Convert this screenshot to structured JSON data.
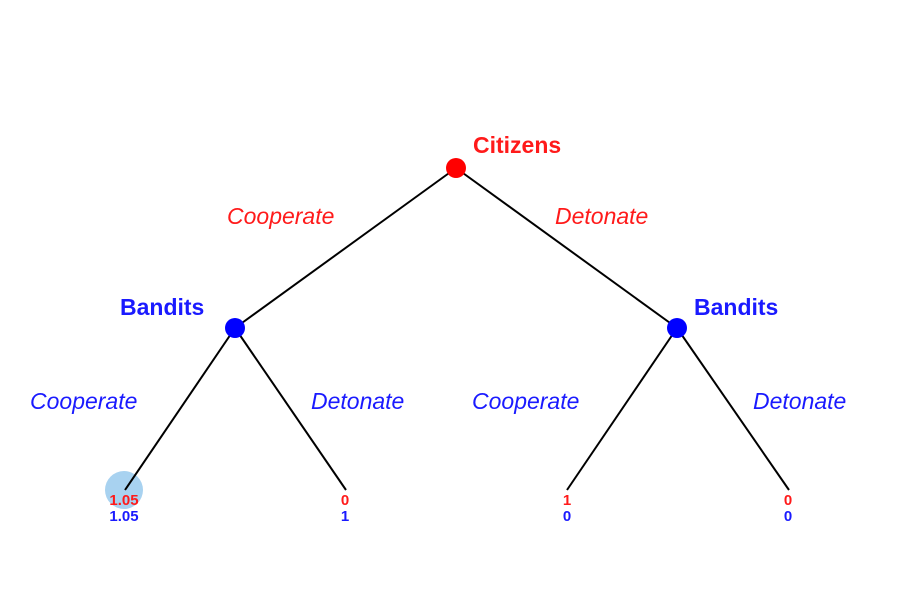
{
  "colors": {
    "citizens": "#ff1a1a",
    "bandits": "#1a1aff",
    "edge": "#000000",
    "highlight": "#a8d2f0"
  },
  "root": {
    "player": "Citizens",
    "actions": [
      "Cooperate",
      "Detonate"
    ]
  },
  "subgames": [
    {
      "player": "Bandits",
      "actions": [
        "Cooperate",
        "Detonate"
      ]
    },
    {
      "player": "Bandits",
      "actions": [
        "Cooperate",
        "Detonate"
      ]
    }
  ],
  "leaves": [
    {
      "citizens": "1.05",
      "bandits": "1.05",
      "highlighted": true
    },
    {
      "citizens": "0",
      "bandits": "1"
    },
    {
      "citizens": "1",
      "bandits": "0"
    },
    {
      "citizens": "0",
      "bandits": "0"
    }
  ]
}
